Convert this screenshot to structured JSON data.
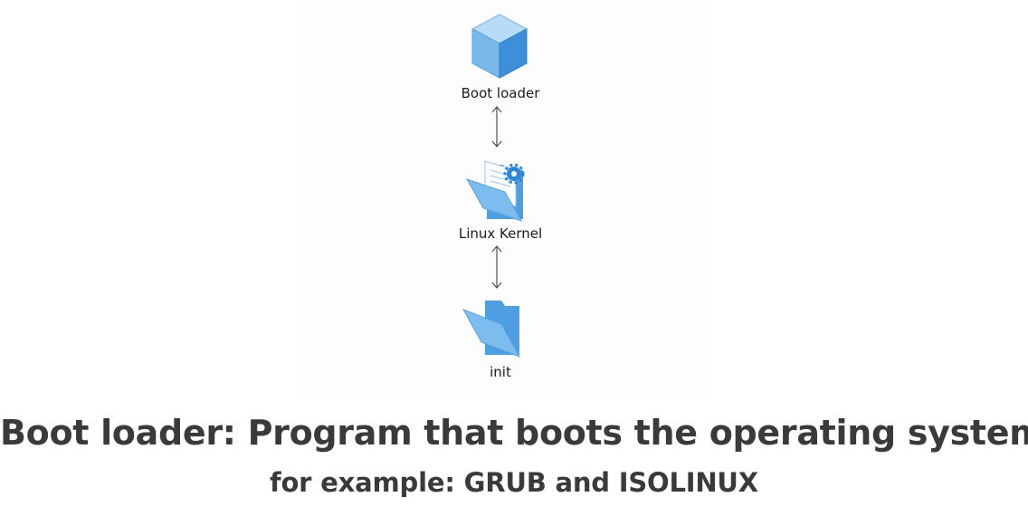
{
  "diagram": {
    "nodes": [
      {
        "label": "Boot loader",
        "icon": "cube-icon"
      },
      {
        "label": "Linux Kernel",
        "icon": "folder-gear-icon"
      },
      {
        "label": "init",
        "icon": "folder-icon"
      }
    ],
    "arrows": [
      "bidirectional",
      "bidirectional"
    ]
  },
  "caption": {
    "main": "Boot loader: Program that boots the operating system",
    "sub": "for example: GRUB and ISOLINUX"
  },
  "colors": {
    "icon_light": "#a9d4f3",
    "icon_mid": "#6fb4ea",
    "icon_dark": "#2f88d8",
    "arrow": "#4a4f55",
    "caption_text": "#3a3a3a"
  }
}
